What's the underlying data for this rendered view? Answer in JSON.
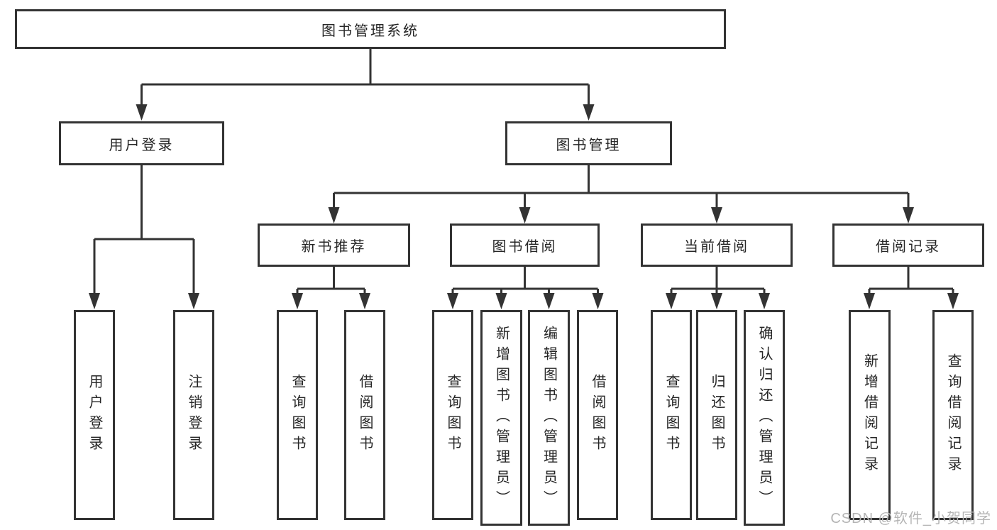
{
  "diagram": {
    "title": "图书管理系统",
    "branches": [
      {
        "label": "用户登录",
        "children": [
          "用户登录",
          "注销登录"
        ]
      },
      {
        "label": "图书管理",
        "groups": [
          {
            "label": "新书推荐",
            "children": [
              "查询图书",
              "借阅图书"
            ]
          },
          {
            "label": "图书借阅",
            "children": [
              "查询图书",
              "新增图书（管理员）",
              "编辑图书（管理员）",
              "借阅图书"
            ]
          },
          {
            "label": "当前借阅",
            "children": [
              "查询图书",
              "归还图书",
              "确认归还（管理员）"
            ]
          },
          {
            "label": "借阅记录",
            "children": [
              "新增借阅记录",
              "查询借阅记录"
            ]
          }
        ]
      }
    ]
  },
  "watermark": {
    "text": "CSDN @软件_小贺同学"
  },
  "colors": {
    "line": "#333333",
    "box_border": "#333333",
    "text": "#262626",
    "watermark": "#b5b5b5",
    "background": "#ffffff"
  }
}
